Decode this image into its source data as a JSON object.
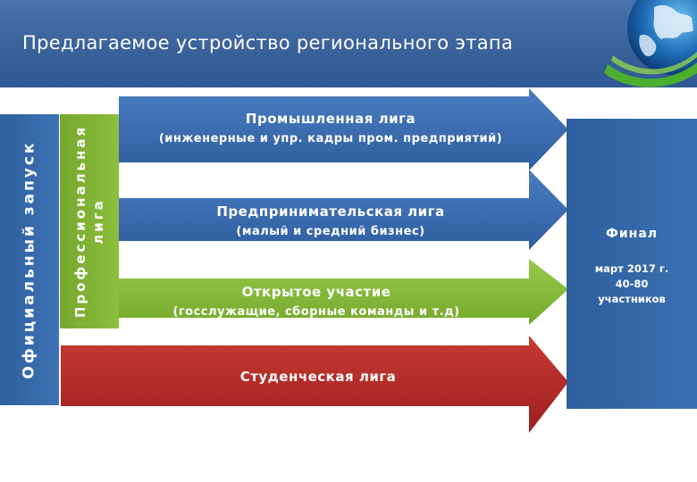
{
  "header": {
    "title": "Предлагаемое устройство регионального этапа"
  },
  "launch": {
    "label": "Официальный запуск"
  },
  "pro_league": {
    "label_line1": "Профессиональная",
    "label_line2": "лига"
  },
  "arrows": [
    {
      "title": "Промышленная лига",
      "subtitle": "(инженерные и упр. кадры пром. предприятий)",
      "color": "#3d6db0"
    },
    {
      "title": "Предпринимательская лига",
      "subtitle": "(малый и средний бизнес)",
      "color": "#3d6db0"
    },
    {
      "title": "Открытое участие",
      "subtitle": "(госслужащие, сборные команды и т.д)",
      "color": "#86b93a"
    },
    {
      "title": "Студенческая лига",
      "subtitle": "",
      "color": "#b8282a"
    }
  ],
  "final": {
    "title": "Финал",
    "line1": "март 2017 г.",
    "line2": "40-80",
    "line3": "участников"
  },
  "icons": {
    "globe": "globe-icon"
  }
}
